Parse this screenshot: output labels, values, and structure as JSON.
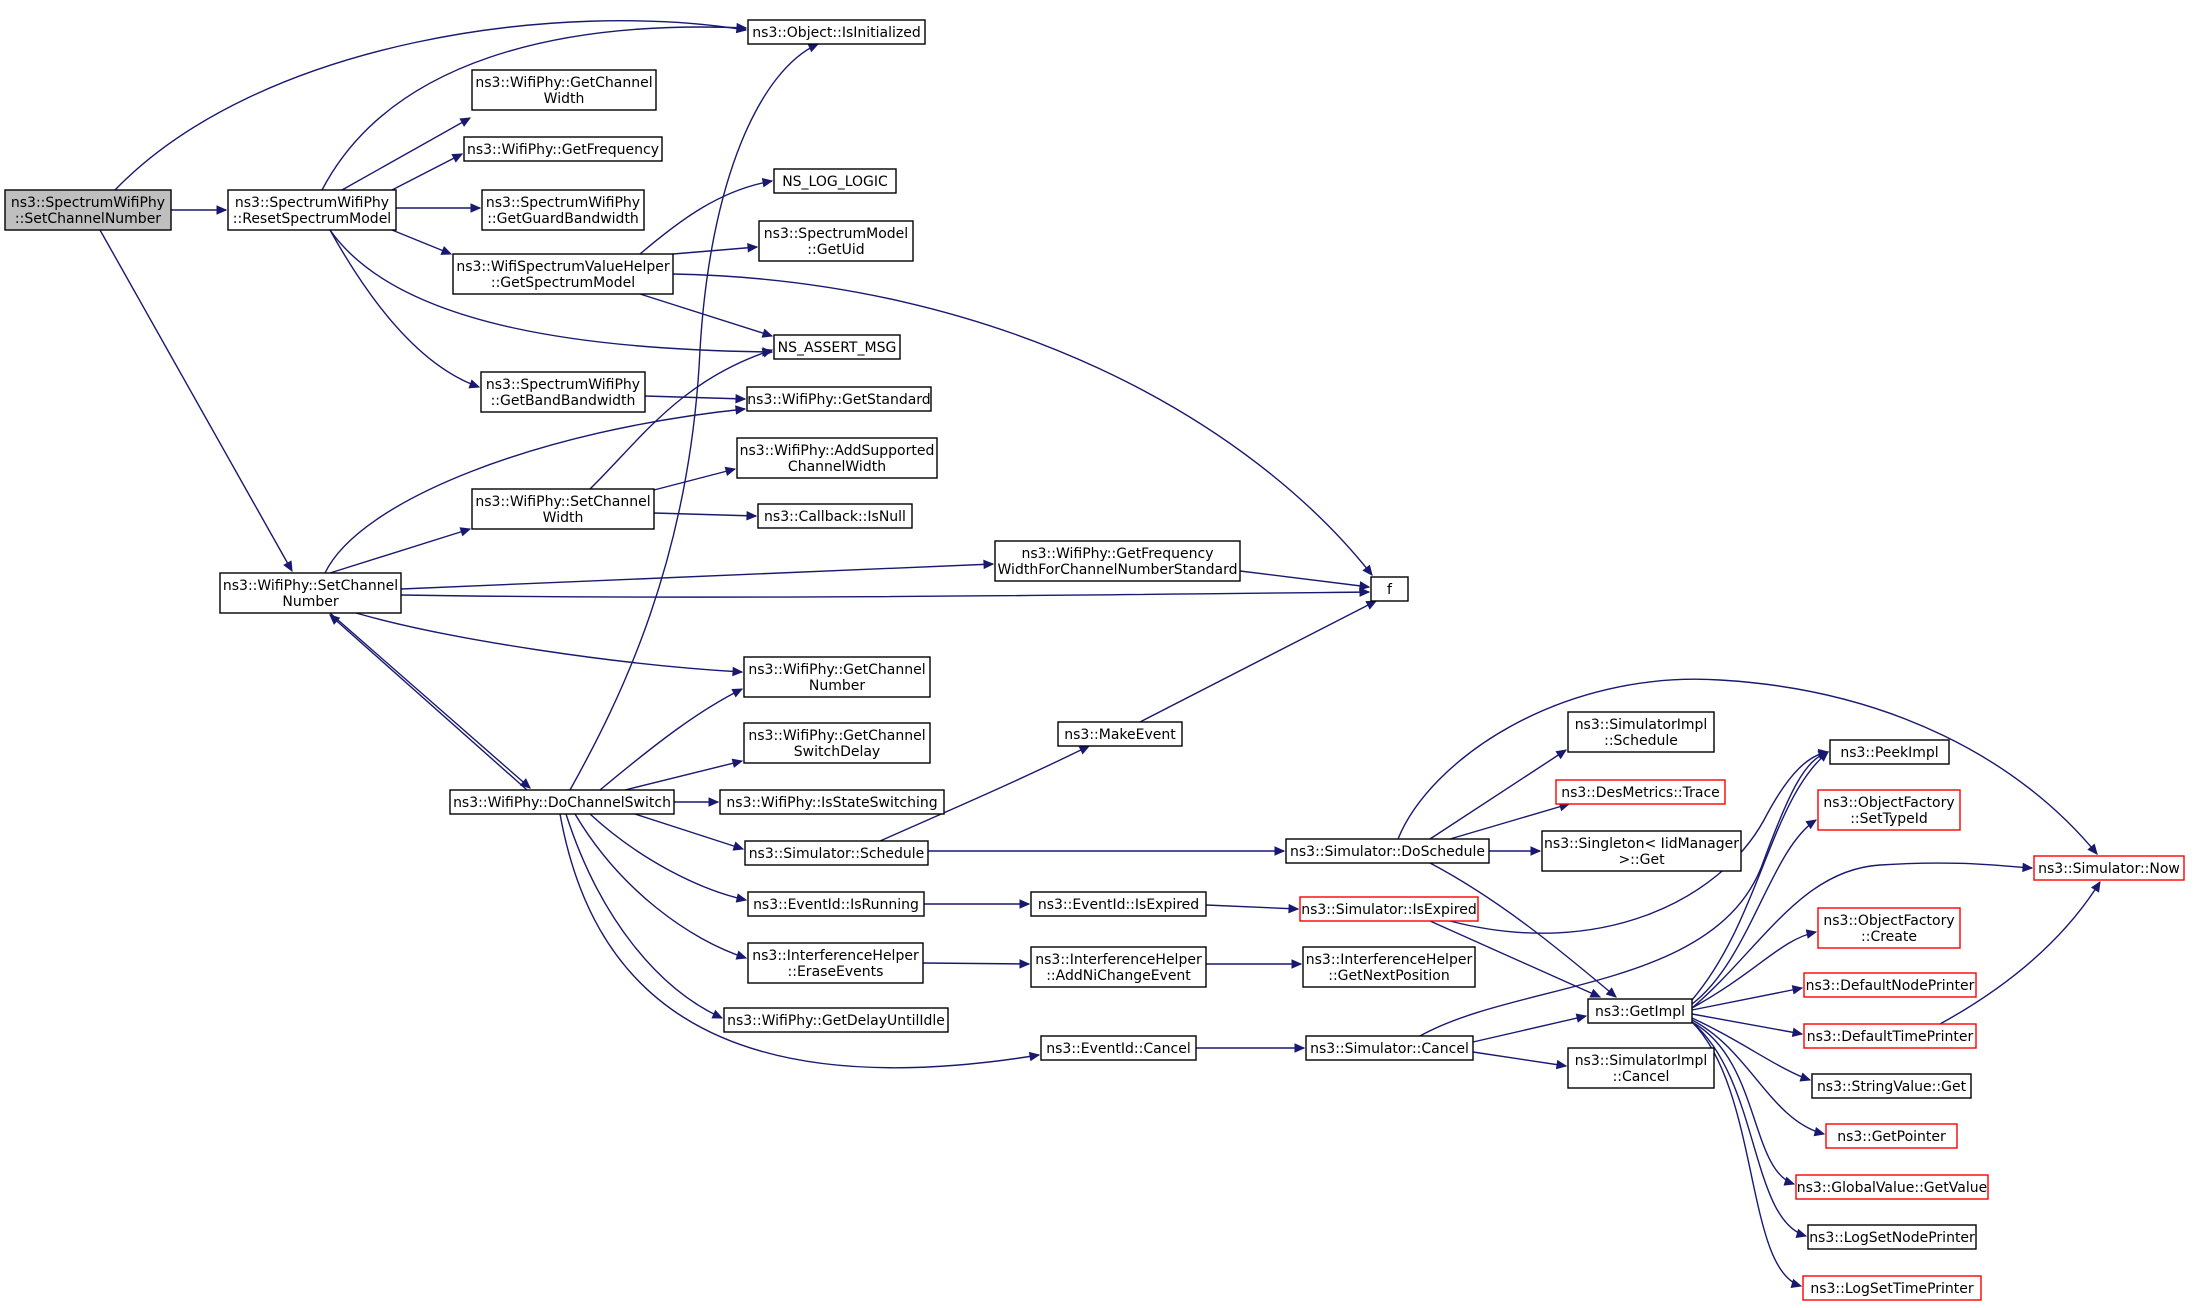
{
  "graph": {
    "edge_color": "#191970",
    "red_border": "#ff0000",
    "root_fill": "#bfbfbf",
    "nodes": [
      {
        "id": "root",
        "lines": [
          "ns3::SpectrumWifiPhy",
          "::SetChannelNumber"
        ],
        "style": "root"
      },
      {
        "id": "resetSpectrum",
        "lines": [
          "ns3::SpectrumWifiPhy",
          "::ResetSpectrumModel"
        ]
      },
      {
        "id": "setChannelNumber",
        "lines": [
          "ns3::WifiPhy::SetChannel",
          "Number"
        ]
      },
      {
        "id": "isInitialized",
        "lines": [
          "ns3::Object::IsInitialized"
        ]
      },
      {
        "id": "getChannelWidth",
        "lines": [
          "ns3::WifiPhy::GetChannel",
          "Width"
        ]
      },
      {
        "id": "getFrequency",
        "lines": [
          "ns3::WifiPhy::GetFrequency"
        ]
      },
      {
        "id": "getGuardBandwidth",
        "lines": [
          "ns3::SpectrumWifiPhy",
          "::GetGuardBandwidth"
        ]
      },
      {
        "id": "getSpectrumModel",
        "lines": [
          "ns3::WifiSpectrumValueHelper",
          "::GetSpectrumModel"
        ]
      },
      {
        "id": "getBandBandwidth",
        "lines": [
          "ns3::SpectrumWifiPhy",
          "::GetBandBandwidth"
        ]
      },
      {
        "id": "nsLogLogic",
        "lines": [
          "NS_LOG_LOGIC"
        ]
      },
      {
        "id": "getUid",
        "lines": [
          "ns3::SpectrumModel",
          "::GetUid"
        ]
      },
      {
        "id": "nsAssertMsg",
        "lines": [
          "NS_ASSERT_MSG"
        ]
      },
      {
        "id": "getStandard",
        "lines": [
          "ns3::WifiPhy::GetStandard"
        ]
      },
      {
        "id": "addSupported",
        "lines": [
          "ns3::WifiPhy::AddSupported",
          "ChannelWidth"
        ]
      },
      {
        "id": "setChannelWidth",
        "lines": [
          "ns3::WifiPhy::SetChannel",
          "Width"
        ]
      },
      {
        "id": "isNull",
        "lines": [
          "ns3::Callback::IsNull"
        ]
      },
      {
        "id": "getFreqWidth",
        "lines": [
          "ns3::WifiPhy::GetFrequency",
          "WidthForChannelNumberStandard"
        ]
      },
      {
        "id": "f",
        "lines": [
          "f"
        ]
      },
      {
        "id": "getChannelNumber",
        "lines": [
          "ns3::WifiPhy::GetChannel",
          "Number"
        ]
      },
      {
        "id": "getSwitchDelay",
        "lines": [
          "ns3::WifiPhy::GetChannel",
          "SwitchDelay"
        ]
      },
      {
        "id": "doChannelSwitch",
        "lines": [
          "ns3::WifiPhy::DoChannelSwitch"
        ]
      },
      {
        "id": "isStateSwitching",
        "lines": [
          "ns3::WifiPhy::IsStateSwitching"
        ]
      },
      {
        "id": "makeEvent",
        "lines": [
          "ns3::MakeEvent"
        ]
      },
      {
        "id": "simSchedule",
        "lines": [
          "ns3::Simulator::Schedule"
        ]
      },
      {
        "id": "eventIsRunning",
        "lines": [
          "ns3::EventId::IsRunning"
        ]
      },
      {
        "id": "eraseEvents",
        "lines": [
          "ns3::InterferenceHelper",
          "::EraseEvents"
        ]
      },
      {
        "id": "getDelayUntilIdle",
        "lines": [
          "ns3::WifiPhy::GetDelayUntilIdle"
        ]
      },
      {
        "id": "eventCancel",
        "lines": [
          "ns3::EventId::Cancel"
        ]
      },
      {
        "id": "eventIsExpired",
        "lines": [
          "ns3::EventId::IsExpired"
        ]
      },
      {
        "id": "addNiChange",
        "lines": [
          "ns3::InterferenceHelper",
          "::AddNiChangeEvent"
        ]
      },
      {
        "id": "simDoSchedule",
        "lines": [
          "ns3::Simulator::DoSchedule"
        ]
      },
      {
        "id": "simImplSchedule",
        "lines": [
          "ns3::SimulatorImpl",
          "::Schedule"
        ]
      },
      {
        "id": "desMetricsTrace",
        "lines": [
          "ns3::DesMetrics::Trace"
        ],
        "style": "red"
      },
      {
        "id": "singletonGet",
        "lines": [
          "ns3::Singleton< IidManager",
          ">::Get"
        ]
      },
      {
        "id": "simIsExpired",
        "lines": [
          "ns3::Simulator::IsExpired"
        ],
        "style": "red"
      },
      {
        "id": "getNextPosition",
        "lines": [
          "ns3::InterferenceHelper",
          "::GetNextPosition"
        ]
      },
      {
        "id": "simCancel",
        "lines": [
          "ns3::Simulator::Cancel"
        ]
      },
      {
        "id": "getImpl",
        "lines": [
          "ns3::GetImpl"
        ]
      },
      {
        "id": "simImplCancel",
        "lines": [
          "ns3::SimulatorImpl",
          "::Cancel"
        ]
      },
      {
        "id": "peekImpl",
        "lines": [
          "ns3::PeekImpl"
        ]
      },
      {
        "id": "setTypeId",
        "lines": [
          "ns3::ObjectFactory",
          "::SetTypeId"
        ],
        "style": "red"
      },
      {
        "id": "simNow",
        "lines": [
          "ns3::Simulator::Now"
        ],
        "style": "red"
      },
      {
        "id": "ofCreate",
        "lines": [
          "ns3::ObjectFactory",
          "::Create"
        ],
        "style": "red"
      },
      {
        "id": "defNodePrinter",
        "lines": [
          "ns3::DefaultNodePrinter"
        ],
        "style": "red"
      },
      {
        "id": "defTimePrinter",
        "lines": [
          "ns3::DefaultTimePrinter"
        ],
        "style": "red"
      },
      {
        "id": "stringValueGet",
        "lines": [
          "ns3::StringValue::Get"
        ]
      },
      {
        "id": "getPointer",
        "lines": [
          "ns3::GetPointer"
        ],
        "style": "red"
      },
      {
        "id": "globalValueGet",
        "lines": [
          "ns3::GlobalValue::GetValue"
        ],
        "style": "red"
      },
      {
        "id": "logSetNodePrinter",
        "lines": [
          "ns3::LogSetNodePrinter"
        ]
      },
      {
        "id": "logSetTimePrinter",
        "lines": [
          "ns3::LogSetTimePrinter"
        ],
        "style": "red"
      }
    ]
  }
}
